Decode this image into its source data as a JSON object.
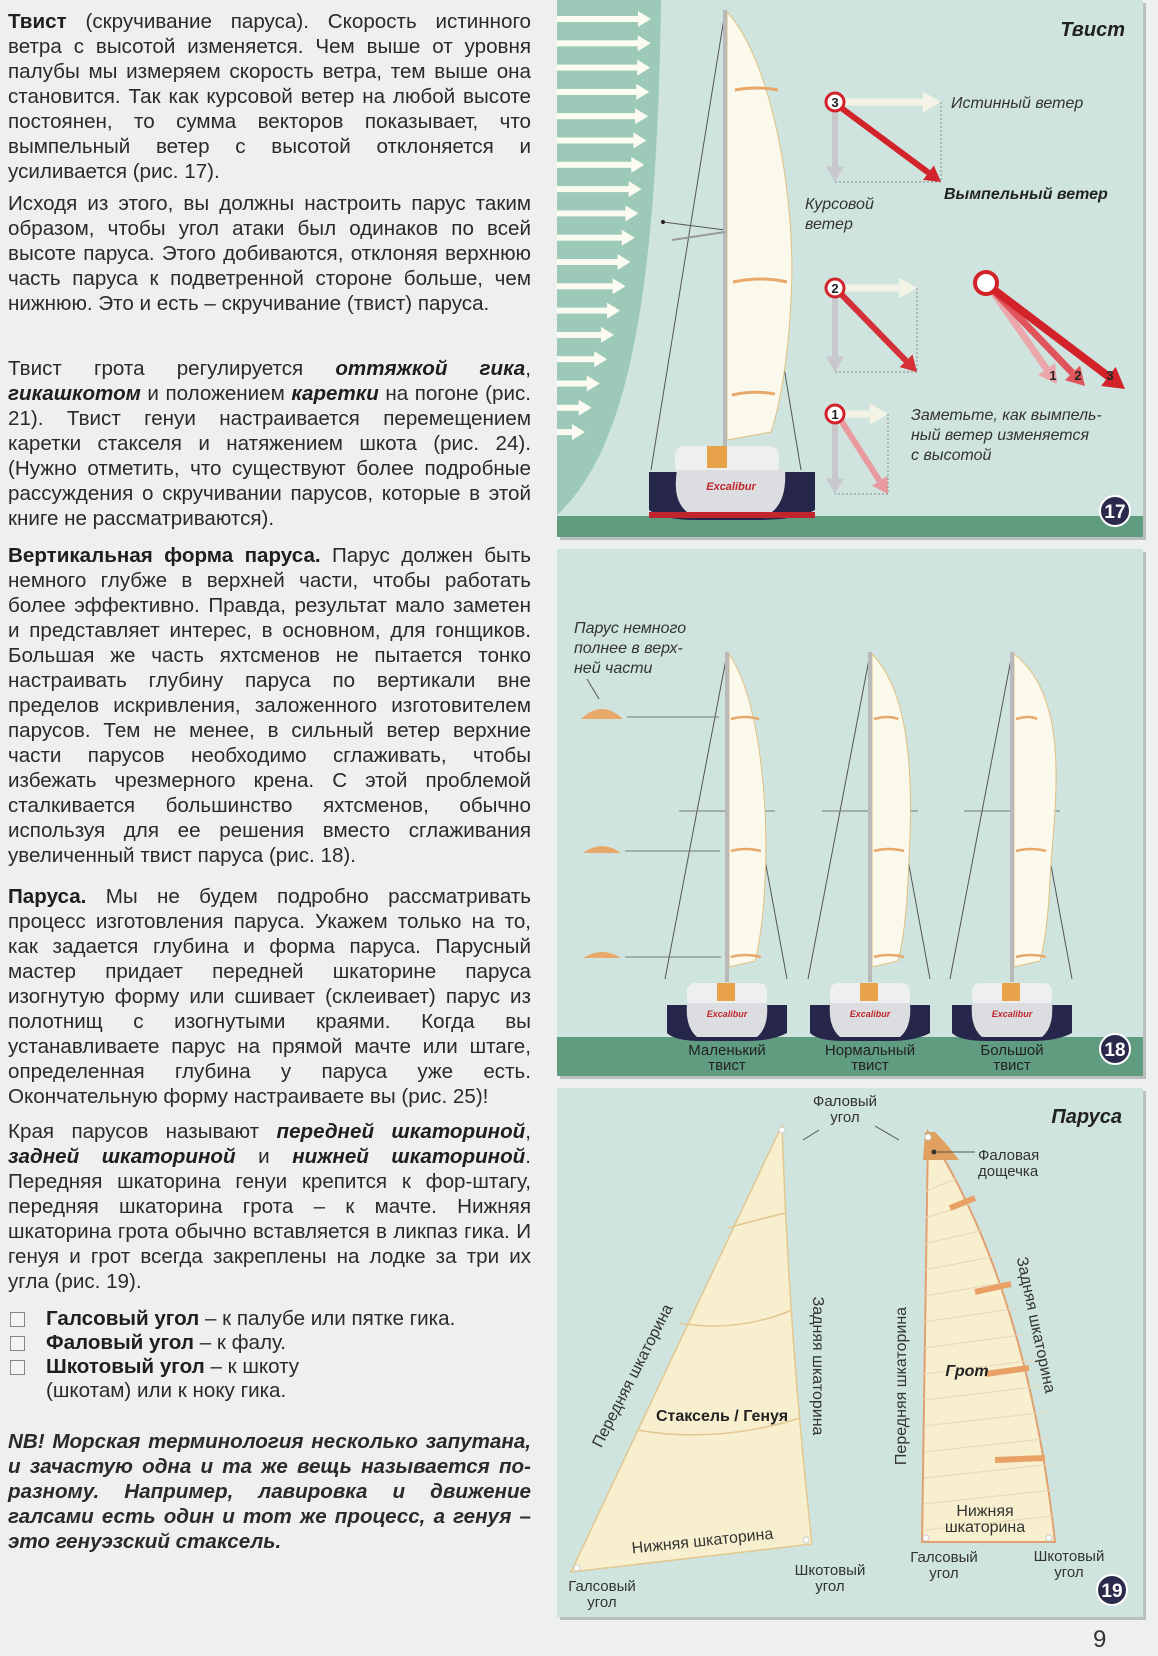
{
  "text": {
    "paragraphs": [
      {
        "segments": [
          {
            "text": "Твист",
            "style": "b"
          },
          {
            "text": " (скручивание паруса). Скорость истинного ветра с высотой изменяется. Чем выше от уровня палубы мы измеряем скорость ветра, тем выше она становится. Так как курсовой ветер на любой высоте постоянен, то сумма векторов показывает, что вымпельный ветер с высотой отклоняется и усиливается (рис. 17)."
          }
        ]
      },
      {
        "segments": [
          {
            "text": "Исходя из этого, вы должны настроить парус таким образом, чтобы угол атаки был одинаков по всей высоте паруса. Этого добиваются, отклоняя верхнюю часть паруса к подветренной стороне больше, чем нижнюю. Это и есть – скручивание (твист) паруса."
          }
        ]
      },
      {
        "segments": [
          {
            "text": "Твист грота регулируется "
          },
          {
            "text": "оттяжкой гика",
            "style": "bi"
          },
          {
            "text": ", "
          },
          {
            "text": "гикашкотом",
            "style": "bi"
          },
          {
            "text": " и положением "
          },
          {
            "text": "каретки",
            "style": "bi"
          },
          {
            "text": " на погоне (рис. 21). Твист генуи настраивается перемещением каретки стакселя и натяжением шкота (рис. 24). (Нужно отметить, что существуют более подробные рассуждения о скручивании парусов, которые в этой книге не рассматриваются)."
          }
        ]
      },
      {
        "segments": [
          {
            "text": "Вертикальная форма паруса.",
            "style": "b"
          },
          {
            "text": " Парус должен быть немного глубже в верхней части, чтобы работать более эффективно. Правда, результат мало заметен и представляет интерес, в основном, для гонщиков. Большая же часть яхтсменов не пытается тонко настраивать глубину паруса по вертикали вне пределов искривления, заложенного изготовителем парусов. Тем не менее, в сильный ветер верхние части парусов необходимо сглаживать, чтобы избежать чрезмерного крена. С этой проблемой сталкивается большинство яхтсменов, обычно используя для ее решения вместо сглаживания увеличенный твист паруса (рис. 18)."
          }
        ]
      },
      {
        "segments": [
          {
            "text": "Паруса.",
            "style": "b"
          },
          {
            "text": " Мы не будем подробно рассматривать процесс изготовления паруса. Укажем только на то, как задается глубина и форма паруса. Парусный мастер придает передней шкаторине паруса изогнутую форму или сшивает (склеивает) парус из полотнищ с изогнутыми краями. Когда вы устанавливаете парус на прямой мачте или штаге, определенная глубина у паруса уже есть. Окончательную форму настраиваете вы (рис. 25)!"
          }
        ]
      },
      {
        "segments": [
          {
            "text": "Края парусов называют "
          },
          {
            "text": "передней шкаториной",
            "style": "bi"
          },
          {
            "text": ", "
          },
          {
            "text": "задней шкаториной",
            "style": "bi"
          },
          {
            "text": " и "
          },
          {
            "text": "нижней шкаториной",
            "style": "bi"
          },
          {
            "text": ". Передняя шкаторина генуи крепится к фор-штагу, передняя шкаторина грота – к мачте. Нижняя шкаторина грота обычно вставляется в ликпаз гика. И генуя и грот всегда закреплены на лодке за три их угла (рис. 19)."
          }
        ]
      }
    ],
    "list": [
      {
        "term": "Галсовый угол",
        "rest": " – к палубе или пятке гика."
      },
      {
        "term": "Фаловый угол",
        "rest": " – к фалу."
      },
      {
        "term": "Шкотовый угол",
        "rest": " – к шкоту (шкотам) или к ноку гика."
      }
    ],
    "nb": "NB! Морская терминология несколько запутана, и зачастую одна и та же вещь называется по-разному. Например, лавировка и движение галсами есть один и тот же процесс, а генуя – это генуэзский стаксель."
  },
  "fig17": {
    "title": "Твист",
    "true_wind": "Истинный ветер",
    "apparent_wind": "Вымпельный ветер",
    "course_wind": [
      "Курсовой",
      "ветер"
    ],
    "note": [
      "Заметьте, как вымпель-",
      "ный ветер изменяется",
      "с высотой"
    ],
    "levels": [
      "1",
      "2",
      "3"
    ],
    "boat_name": "Excalibur",
    "badge": "17"
  },
  "fig18": {
    "note": [
      "Парус немного",
      "полнее в верх-",
      "ней части"
    ],
    "boats": [
      {
        "label": [
          "Маленький",
          "твист"
        ],
        "twist": "small"
      },
      {
        "label": [
          "Нормальный",
          "твист"
        ],
        "twist": "normal"
      },
      {
        "label": [
          "Большой",
          "твист"
        ],
        "twist": "large"
      }
    ],
    "boat_name": "Excalibur",
    "badge": "18"
  },
  "fig19": {
    "title": "Паруса",
    "head": [
      "Фаловый",
      "угол"
    ],
    "headboard": [
      "Фаловая",
      "дощечка"
    ],
    "jib_name": "Стаксель / Генуя",
    "main_name": "Грот",
    "luff": "Передняя шкаторина",
    "leech": "Задняя шкаторина",
    "foot": "Нижняя шкаторина",
    "foot_main": [
      "Нижняя",
      "шкаторина"
    ],
    "tack": [
      "Галсовый",
      "угол"
    ],
    "clew": [
      "Шкотовый",
      "угол"
    ],
    "badge": "19"
  },
  "colors": {
    "panel": "#cfe4df",
    "green": "#9cc9b8",
    "band": "#5f9c80",
    "red": "#d2232a",
    "badge": "#2b2a4c",
    "sail": "#fbf8ec",
    "orange": "#e8a86a"
  },
  "page_number": "9"
}
